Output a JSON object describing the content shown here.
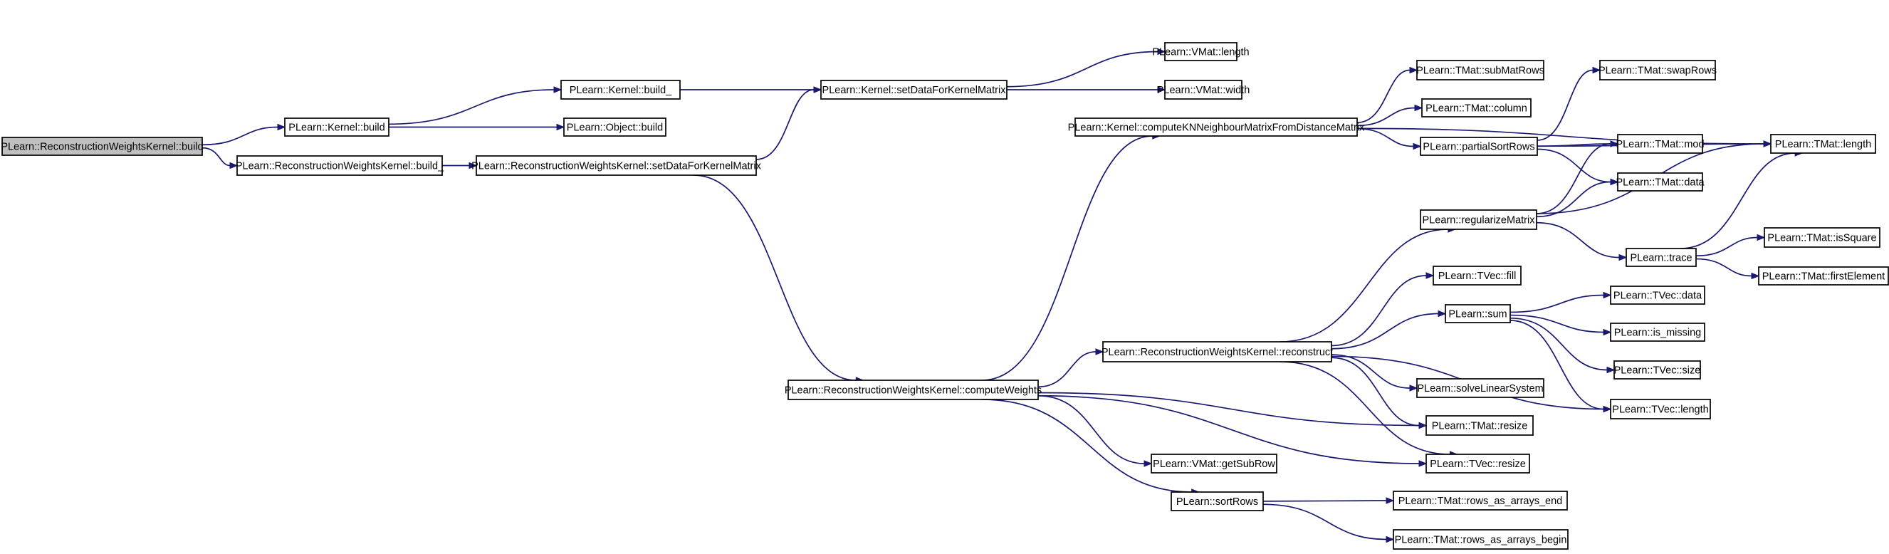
{
  "nodes": [
    {
      "id": "n0",
      "label": "PLearn::ReconstructionWeightsKernel::build",
      "highlighted": true
    },
    {
      "id": "n1",
      "label": "PLearn::Kernel::build"
    },
    {
      "id": "n2",
      "label": "PLearn::ReconstructionWeightsKernel::build_"
    },
    {
      "id": "n3",
      "label": "PLearn::Kernel::build_"
    },
    {
      "id": "n4",
      "label": "PLearn::Object::build"
    },
    {
      "id": "n5",
      "label": "PLearn::ReconstructionWeightsKernel::setDataForKernelMatrix"
    },
    {
      "id": "n6",
      "label": "PLearn::Kernel::setDataForKernelMatrix"
    },
    {
      "id": "n7",
      "label": "PLearn::VMat::length"
    },
    {
      "id": "n8",
      "label": "PLearn::VMat::width"
    },
    {
      "id": "n9",
      "label": "PLearn::ReconstructionWeightsKernel::computeWeights"
    },
    {
      "id": "n10",
      "label": "PLearn::Kernel::computeKNNeighbourMatrixFromDistanceMatrix"
    },
    {
      "id": "n11",
      "label": "PLearn::ReconstructionWeightsKernel::reconstruct"
    },
    {
      "id": "n12",
      "label": "PLearn::TMat::resize"
    },
    {
      "id": "n13",
      "label": "PLearn::TVec::resize"
    },
    {
      "id": "n14",
      "label": "PLearn::VMat::getSubRow"
    },
    {
      "id": "n15",
      "label": "PLearn::sortRows"
    },
    {
      "id": "n16",
      "label": "PLearn::TMat::subMatRows"
    },
    {
      "id": "n17",
      "label": "PLearn::TMat::column"
    },
    {
      "id": "n18",
      "label": "PLearn::partialSortRows"
    },
    {
      "id": "n19",
      "label": "PLearn::TMat::length"
    },
    {
      "id": "n20",
      "label": "PLearn::TMat::swapRows"
    },
    {
      "id": "n21",
      "label": "PLearn::TMat::mod"
    },
    {
      "id": "n22",
      "label": "PLearn::TMat::data"
    },
    {
      "id": "n23",
      "label": "PLearn::regularizeMatrix"
    },
    {
      "id": "n24",
      "label": "PLearn::trace"
    },
    {
      "id": "n25",
      "label": "PLearn::TMat::isSquare"
    },
    {
      "id": "n26",
      "label": "PLearn::TMat::firstElement"
    },
    {
      "id": "n27",
      "label": "PLearn::TVec::fill"
    },
    {
      "id": "n28",
      "label": "PLearn::sum"
    },
    {
      "id": "n29",
      "label": "PLearn::TVec::data"
    },
    {
      "id": "n30",
      "label": "PLearn::is_missing"
    },
    {
      "id": "n31",
      "label": "PLearn::TVec::size"
    },
    {
      "id": "n32",
      "label": "PLearn::TVec::length"
    },
    {
      "id": "n33",
      "label": "PLearn::solveLinearSystem"
    },
    {
      "id": "n34",
      "label": "PLearn::TMat::rows_as_arrays_end"
    },
    {
      "id": "n35",
      "label": "PLearn::TMat::rows_as_arrays_begin"
    }
  ],
  "edges": [
    [
      "n0",
      "n1"
    ],
    [
      "n0",
      "n2"
    ],
    [
      "n1",
      "n3"
    ],
    [
      "n1",
      "n4"
    ],
    [
      "n2",
      "n5"
    ],
    [
      "n3",
      "n6"
    ],
    [
      "n5",
      "n6"
    ],
    [
      "n5",
      "n9"
    ],
    [
      "n6",
      "n7"
    ],
    [
      "n6",
      "n8"
    ],
    [
      "n9",
      "n10"
    ],
    [
      "n9",
      "n11"
    ],
    [
      "n9",
      "n12"
    ],
    [
      "n9",
      "n13"
    ],
    [
      "n9",
      "n14"
    ],
    [
      "n9",
      "n15"
    ],
    [
      "n10",
      "n19"
    ],
    [
      "n10",
      "n16"
    ],
    [
      "n10",
      "n17"
    ],
    [
      "n10",
      "n18"
    ],
    [
      "n18",
      "n20"
    ],
    [
      "n18",
      "n19"
    ],
    [
      "n18",
      "n21"
    ],
    [
      "n18",
      "n22"
    ],
    [
      "n11",
      "n23"
    ],
    [
      "n11",
      "n27"
    ],
    [
      "n11",
      "n28"
    ],
    [
      "n11",
      "n32"
    ],
    [
      "n11",
      "n33"
    ],
    [
      "n11",
      "n12"
    ],
    [
      "n11",
      "n13"
    ],
    [
      "n23",
      "n19"
    ],
    [
      "n23",
      "n21"
    ],
    [
      "n23",
      "n22"
    ],
    [
      "n23",
      "n24"
    ],
    [
      "n24",
      "n19"
    ],
    [
      "n24",
      "n25"
    ],
    [
      "n24",
      "n26"
    ],
    [
      "n28",
      "n29"
    ],
    [
      "n28",
      "n30"
    ],
    [
      "n28",
      "n31"
    ],
    [
      "n28",
      "n32"
    ],
    [
      "n15",
      "n34"
    ],
    [
      "n15",
      "n35"
    ]
  ]
}
